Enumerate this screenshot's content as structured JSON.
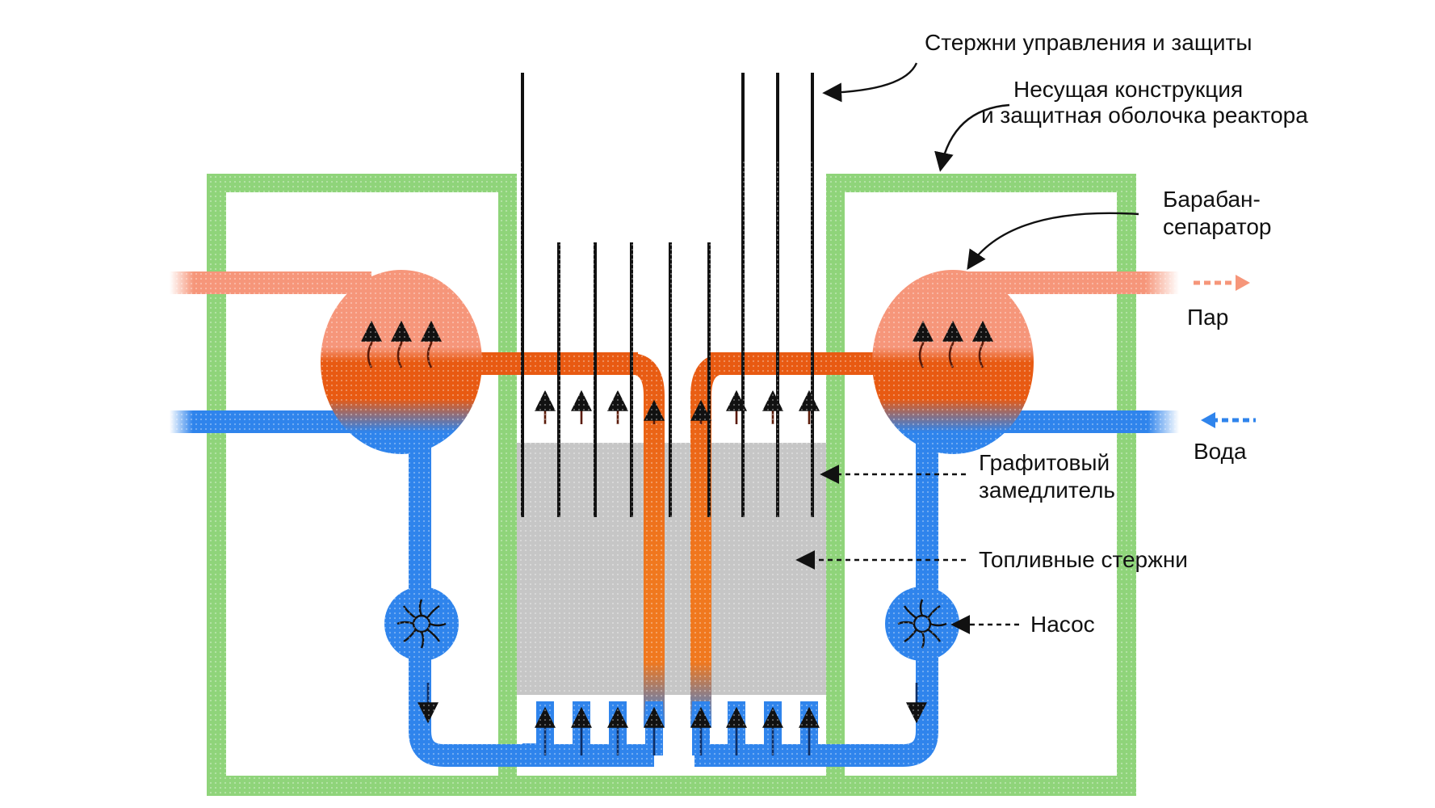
{
  "diagram": {
    "labels": {
      "control_rods": "Стержни управления и защиты",
      "containment_line1": "Несущая конструкция",
      "containment_line2": "и защитная оболочка реактора",
      "drum_line1": "Барабан-",
      "drum_line2": "сепаратор",
      "steam": "Пар",
      "water": "Вода",
      "moderator_line1": "Графитовый",
      "moderator_line2": "замедлитель",
      "fuel_rods": "Топливные стержни",
      "pump": "Насос"
    }
  },
  "colors": {
    "containment": "#8fd47a",
    "steam": "#f6967a",
    "hot_water": "#e85a12",
    "hot_channel": "#f0781e",
    "cold_water": "#2f84ec",
    "graphite": "#c6c6c6",
    "rod": "#111111"
  },
  "icons": [
    "arrow-icon",
    "pump-icon"
  ]
}
